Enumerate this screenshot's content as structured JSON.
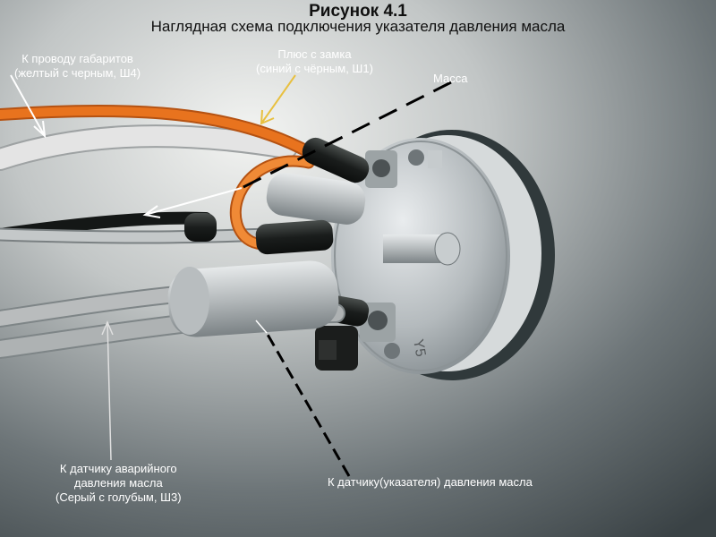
{
  "figure": {
    "number": "Рисунок 4.1",
    "caption": "Наглядная схема подключения указателя давления масла"
  },
  "labels": {
    "parking_lights": {
      "line1": "К проводу габаритов",
      "line2": "(желтый с черным, Ш4)"
    },
    "ignition_plus": {
      "line1": "Плюс с замка",
      "line2": "(синий с чёрным, Ш1)"
    },
    "ground": {
      "text": "Масса"
    },
    "emergency_sensor": {
      "line1": "К датчику аварийного",
      "line2": "давления масла",
      "line3": "(Серый с голубым, Ш3)"
    },
    "pressure_sensor": {
      "text": "К датчику(указателя) давления масла"
    }
  },
  "gauge_marking": "Y5",
  "colors": {
    "background": "#4c5558",
    "orange_wire": "#e8731e",
    "white_wire": "#e4e4e4",
    "grey_wire": "#b9bcbd",
    "arrow_yellow": "#e8c040",
    "callout_white": "#ffffff",
    "callout_black": "#000000"
  }
}
